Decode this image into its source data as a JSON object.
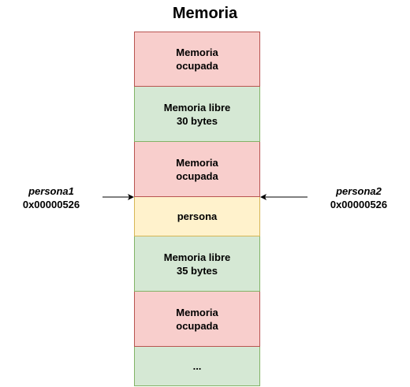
{
  "title": "Memoria",
  "blocks": [
    {
      "kind": "occupied",
      "label": "Memoria\nocupada"
    },
    {
      "kind": "free",
      "label": "Memoria libre\n30 bytes"
    },
    {
      "kind": "occupied",
      "label": "Memoria\nocupada"
    },
    {
      "kind": "object",
      "label": "persona"
    },
    {
      "kind": "free",
      "label": "Memoria libre\n35 bytes"
    },
    {
      "kind": "occupied",
      "label": "Memoria\nocupada"
    },
    {
      "kind": "free",
      "label": "..."
    }
  ],
  "pointers": {
    "left": {
      "name": "persona1",
      "address": "0x00000526"
    },
    "right": {
      "name": "persona2",
      "address": "0x00000526"
    }
  },
  "colors": {
    "occupied_fill": "#f8cecc",
    "occupied_stroke": "#b85450",
    "free_fill": "#d5e8d4",
    "free_stroke": "#82b366",
    "object_fill": "#fff2cc",
    "object_stroke": "#d6b656"
  }
}
